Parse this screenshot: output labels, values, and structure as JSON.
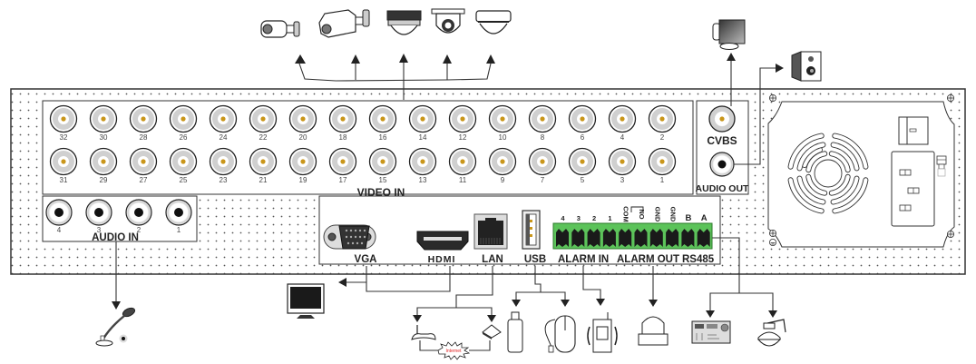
{
  "diagram": {
    "title": "DVR rear panel connection diagram",
    "colors": {
      "panel_border": "#333333",
      "dot_pattern": "#555555",
      "bnc_ring": "#cfcfcf",
      "bnc_pin": "#c9961a",
      "terminal_green": "#5cc35a",
      "terminal_dark": "#1a1a1a",
      "internet_text": "#e02020"
    },
    "video_in": {
      "label": "VIDEO IN",
      "top_row": [
        "32",
        "30",
        "28",
        "26",
        "24",
        "22",
        "20",
        "18",
        "16",
        "14",
        "12",
        "10",
        "8",
        "6",
        "4",
        "2"
      ],
      "bottom_row": [
        "31",
        "29",
        "27",
        "25",
        "23",
        "21",
        "19",
        "17",
        "15",
        "13",
        "11",
        "9",
        "7",
        "5",
        "3",
        "1"
      ]
    },
    "cvbs": {
      "label": "CVBS"
    },
    "audio_out": {
      "label": "AUDIO OUT"
    },
    "audio_in": {
      "label": "AUDIO IN",
      "ports": [
        "4",
        "3",
        "2",
        "1"
      ]
    },
    "io_panel": {
      "vga": {
        "label": "VGA"
      },
      "hdmi": {
        "label": "HDMI"
      },
      "lan": {
        "label": "LAN"
      },
      "usb": {
        "label": "USB"
      },
      "alarm_in": {
        "label": "ALARM IN"
      },
      "alarm_out": {
        "label": "ALARM OUT"
      },
      "rs485": {
        "label": "RS485"
      },
      "terminal_pins": [
        "4",
        "3",
        "2",
        "1",
        "COM",
        "NO",
        "GND",
        "GND",
        "B",
        "A"
      ]
    },
    "peripherals": {
      "cameras": [
        "bullet-camera-1",
        "bullet-camera-2",
        "dome-camera-1",
        "turret-camera",
        "dome-camera-2"
      ],
      "cvbs_device": "crt-monitor",
      "audio_out_device": "speaker",
      "audio_in_device": "microphone",
      "video_out_device": "lcd-monitor",
      "lan_devices": [
        "router",
        "network-device"
      ],
      "internet_label": "Internet",
      "usb_devices": [
        "usb-flash-drive",
        "mouse"
      ],
      "alarm_in_device": "alarm-sensor",
      "alarm_out_device": "alarm-siren",
      "rs485_devices": [
        "ptz-keyboard",
        "ptz-dome-camera"
      ]
    }
  }
}
